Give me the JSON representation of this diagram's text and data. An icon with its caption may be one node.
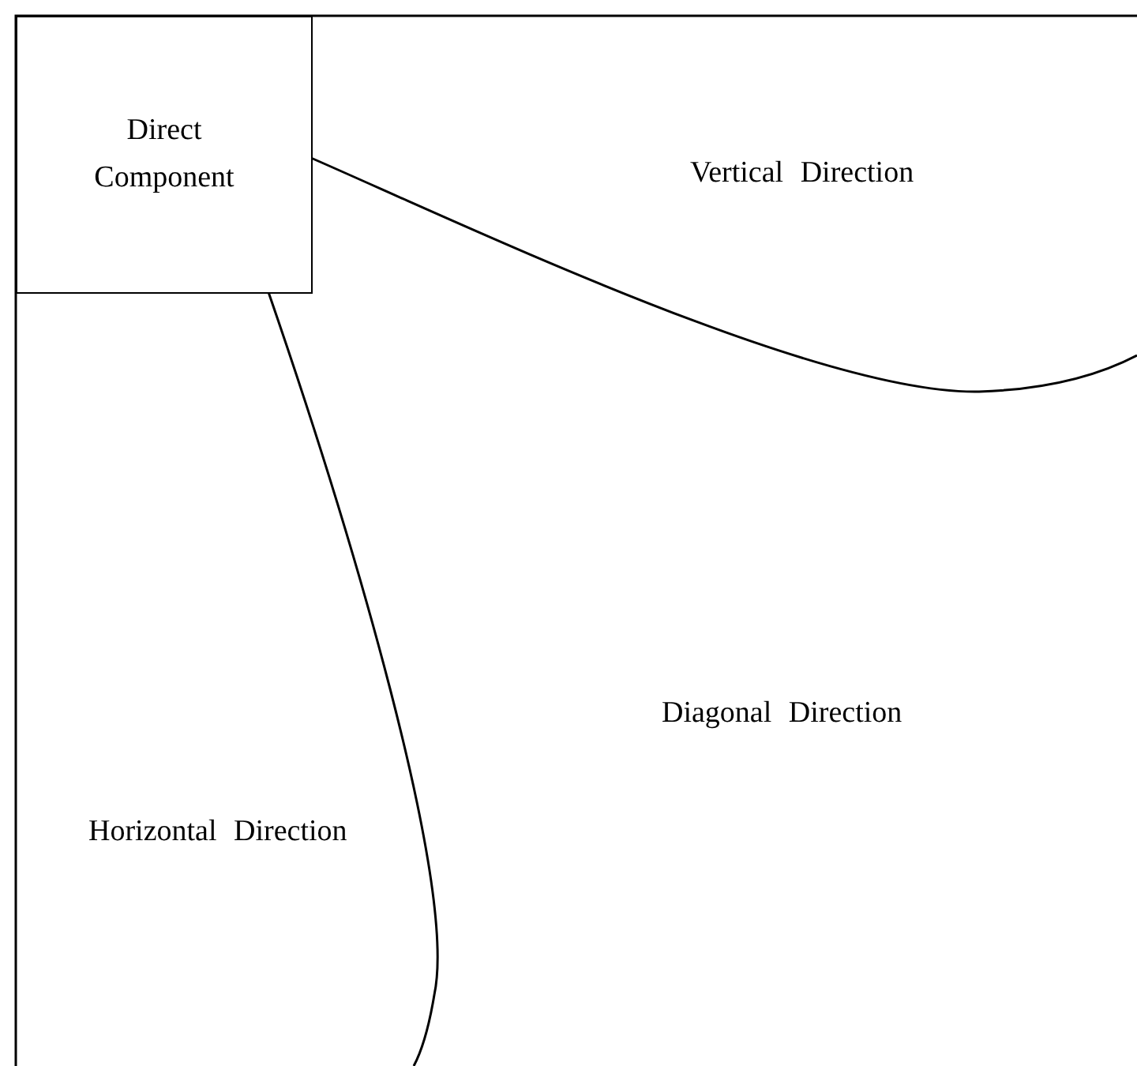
{
  "diagram": {
    "nodes": [
      {
        "text": [
          "Direct Component"
        ]
      }
    ],
    "labels": [
      "Vertical Direction",
      "Diagonal Direction",
      "Horizontal Direction"
    ]
  }
}
